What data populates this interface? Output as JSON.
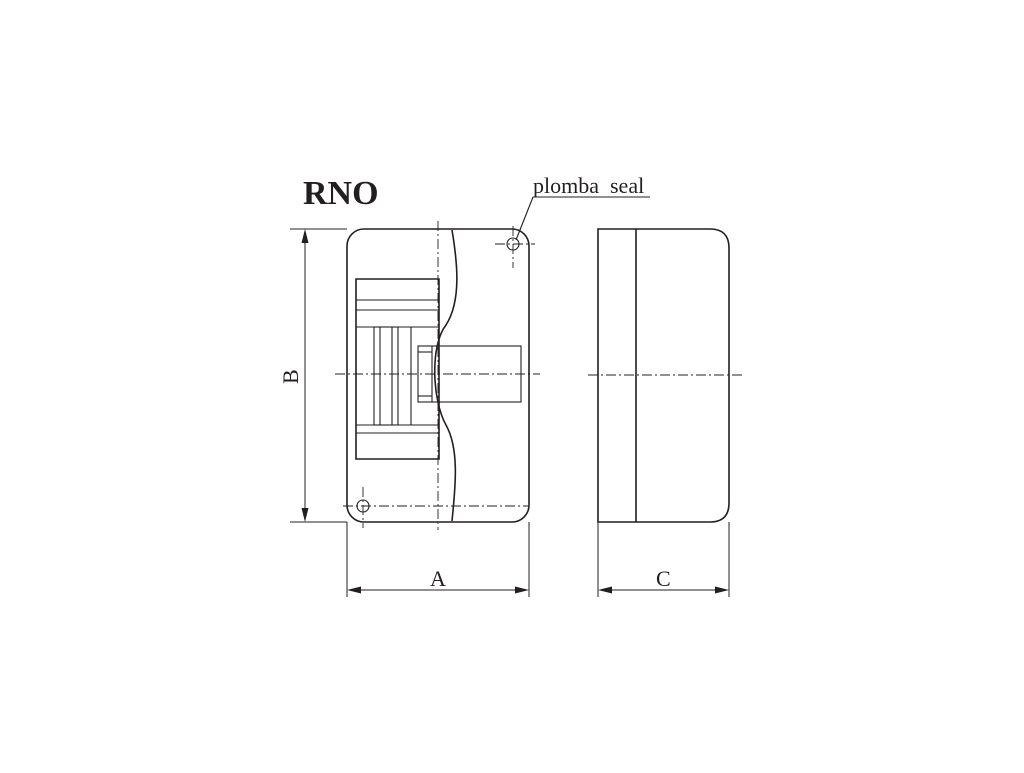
{
  "diagram": {
    "title": "RNO",
    "seal_label_plomba": "plomba",
    "seal_label_seal": "seal",
    "dimension_a": "A",
    "dimension_b": "B",
    "dimension_c": "C"
  },
  "colors": {
    "line": "#231f20",
    "background": "#ffffff"
  }
}
